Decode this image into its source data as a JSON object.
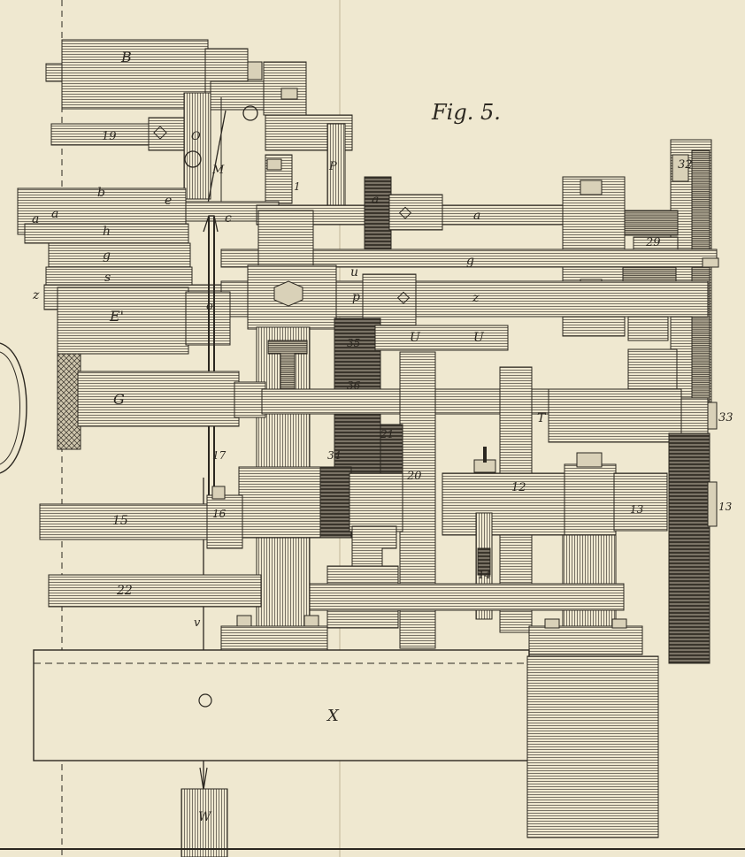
{
  "figure": {
    "title": "Fig. 5.",
    "colors": {
      "paper": "#efe8d0",
      "ink": "#2b2720",
      "hatch": "#5a544a"
    }
  },
  "labels": {
    "B": "B",
    "n19": "19",
    "O": "O",
    "M": "M",
    "P": "P",
    "n1": "1",
    "n32": "32",
    "b": "b",
    "e": "e",
    "c": "c",
    "a_left": "a",
    "a_left2": "a",
    "a_gear": "a",
    "a_right": "a",
    "n29": "29",
    "h": "h",
    "g_left": "g",
    "g_right": "g",
    "s": "s",
    "u": "u",
    "z_left": "z",
    "z_right": "z",
    "p": "p",
    "o": "o",
    "E1": "E'",
    "U1": "U",
    "U2": "U",
    "n35": "35",
    "n36": "36",
    "G": "G",
    "n21": "21",
    "T": "T",
    "n33": "33",
    "n17": "17",
    "n34": "34",
    "n20": "20",
    "n12": "12",
    "n16": "16",
    "n15": "15",
    "n13a": "13",
    "n13b": "13",
    "n14": "14",
    "n22": "22",
    "v": "v",
    "X": "X",
    "W": "W"
  }
}
